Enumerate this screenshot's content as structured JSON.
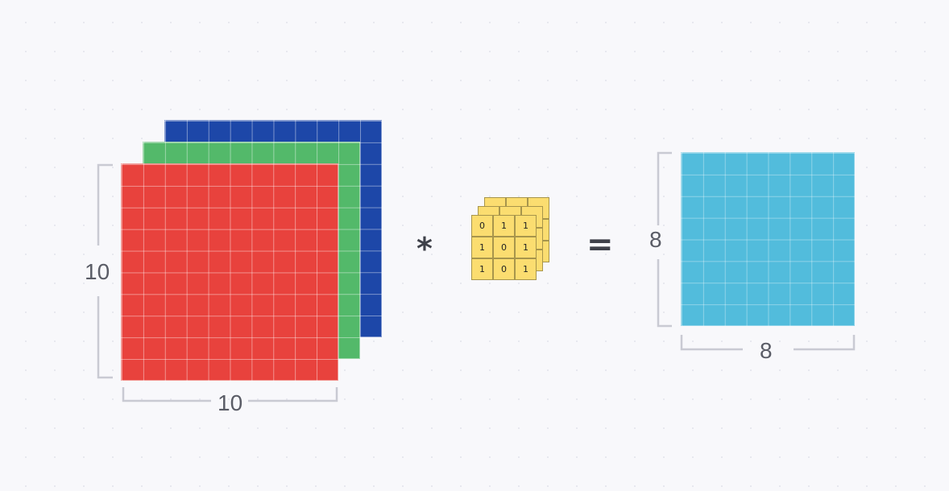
{
  "input": {
    "height_label": "10",
    "width_label": "10",
    "rows": 10,
    "cols": 10,
    "channel_colors": [
      "#1d47a8",
      "#53b96a",
      "#e8423d"
    ]
  },
  "operator": "*",
  "kernel": {
    "values": [
      [
        0,
        1,
        1
      ],
      [
        1,
        0,
        1
      ],
      [
        1,
        0,
        1
      ]
    ],
    "color": "#fbdd70",
    "layers": 3
  },
  "equals": "=",
  "output": {
    "height_label": "8",
    "width_label": "8",
    "rows": 8,
    "cols": 8,
    "color": "#52bcdc"
  }
}
